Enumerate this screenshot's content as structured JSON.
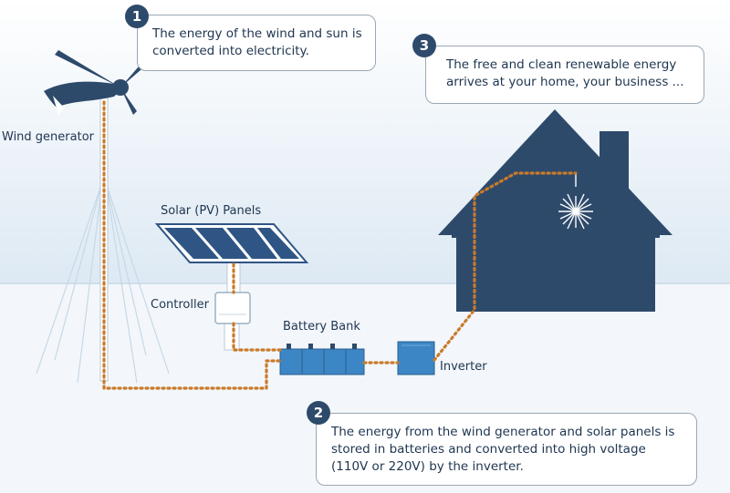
{
  "callouts": [
    {
      "number": "1",
      "text": "The energy of the wind and sun is converted into electricity."
    },
    {
      "number": "2",
      "text": "The energy from the wind generator and solar panels is stored in batteries and converted into high voltage (110V or 220V) by the inverter."
    },
    {
      "number": "3",
      "text": "The free and clean renewable energy arrives at your home, your business ..."
    }
  ],
  "labels": {
    "wind_generator": "Wind generator",
    "solar_panels": "Solar (PV) Panels",
    "controller": "Controller",
    "battery_bank": "Battery Bank",
    "inverter": "Inverter"
  },
  "colors": {
    "sky": "#e8f1f8",
    "ground": "#f4f8fb",
    "house": "#2e4a6b",
    "equipment": "#3d86c6",
    "wire": "#c97a2b",
    "panel": "#2f5584"
  }
}
